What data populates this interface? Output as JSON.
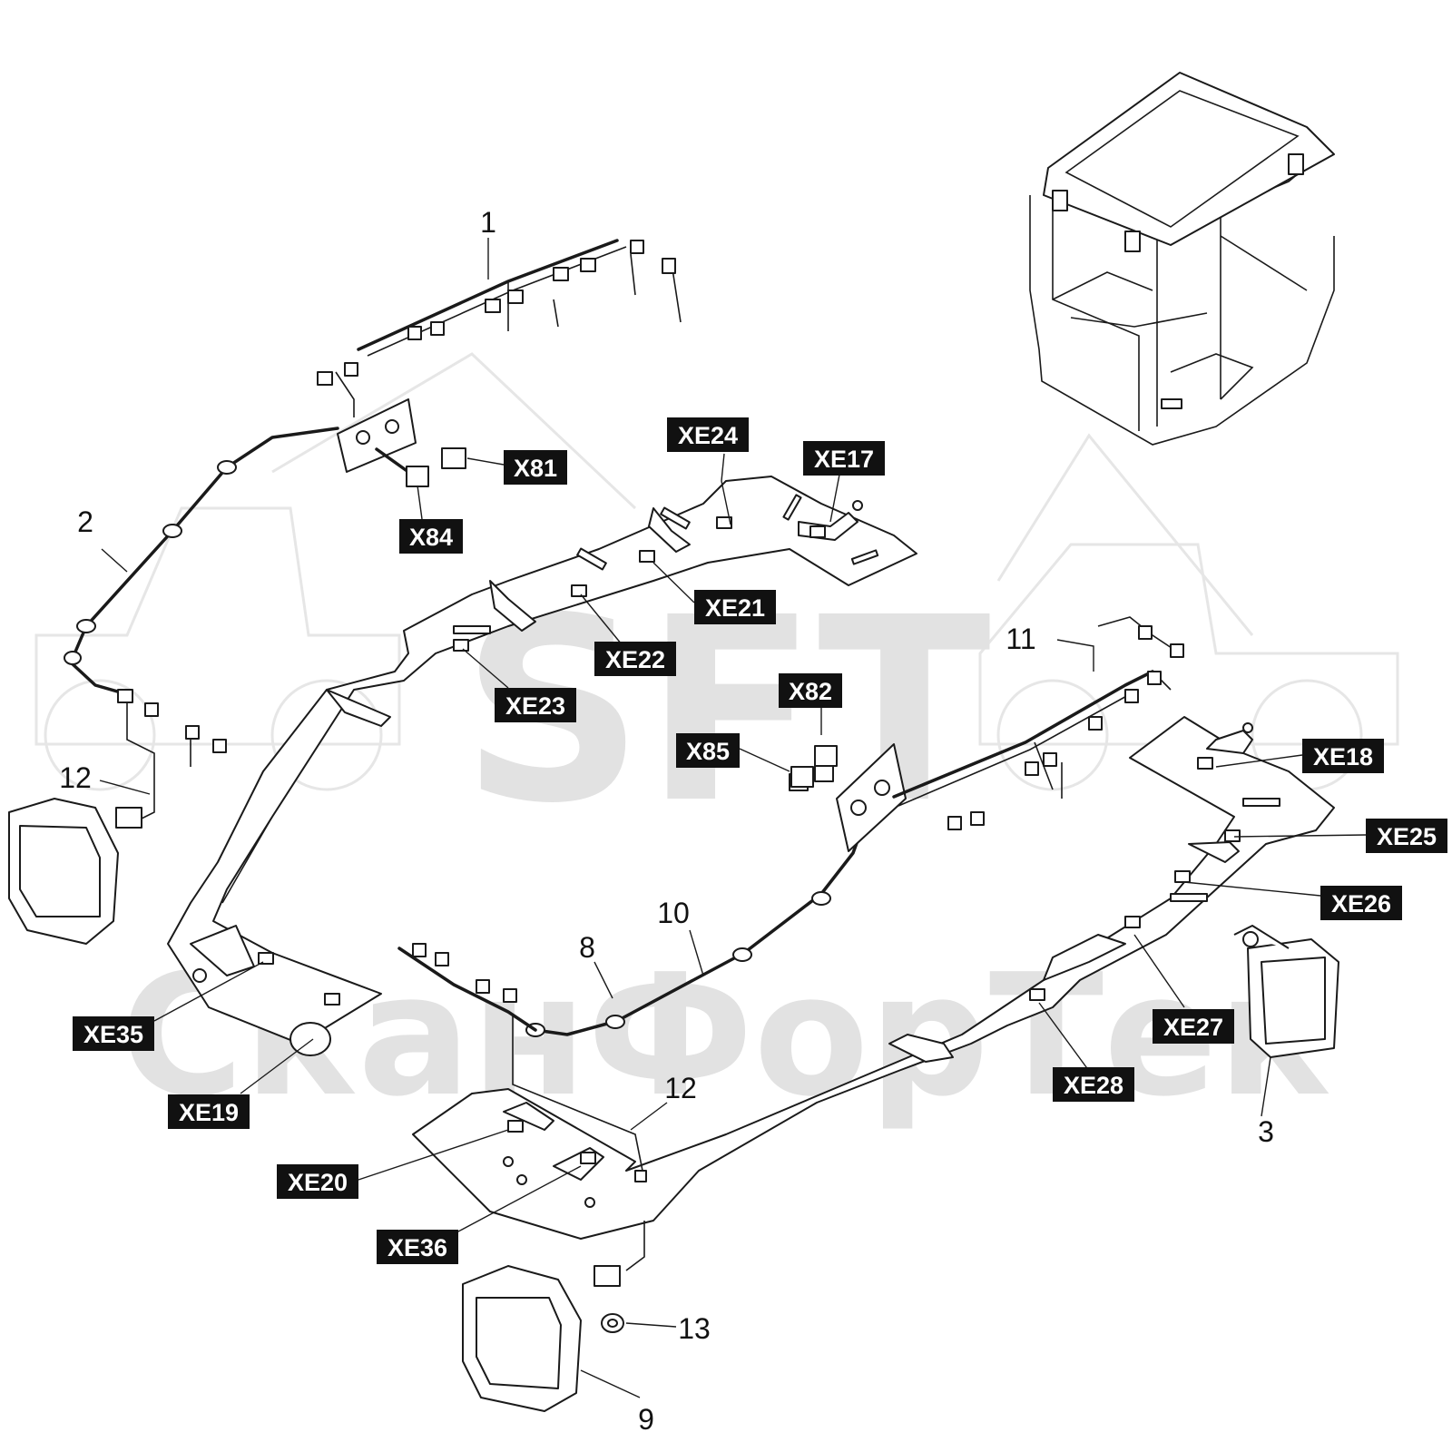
{
  "watermark": {
    "brand": "SFT",
    "company": "СканФорТек"
  },
  "callouts": [
    "1",
    "2",
    "3",
    "8",
    "9",
    "10",
    "11",
    "12",
    "12",
    "13"
  ],
  "tags": [
    "X81",
    "X84",
    "X82",
    "X85",
    "XE17",
    "XE18",
    "XE19",
    "XE20",
    "XE21",
    "XE22",
    "XE23",
    "XE24",
    "XE25",
    "XE26",
    "XE27",
    "XE28",
    "XE35",
    "XE36"
  ],
  "colors": {
    "ink": "#1a1a1a",
    "tag_bg": "#111111",
    "tag_text": "#ffffff",
    "watermark": "#e2e2e2"
  }
}
